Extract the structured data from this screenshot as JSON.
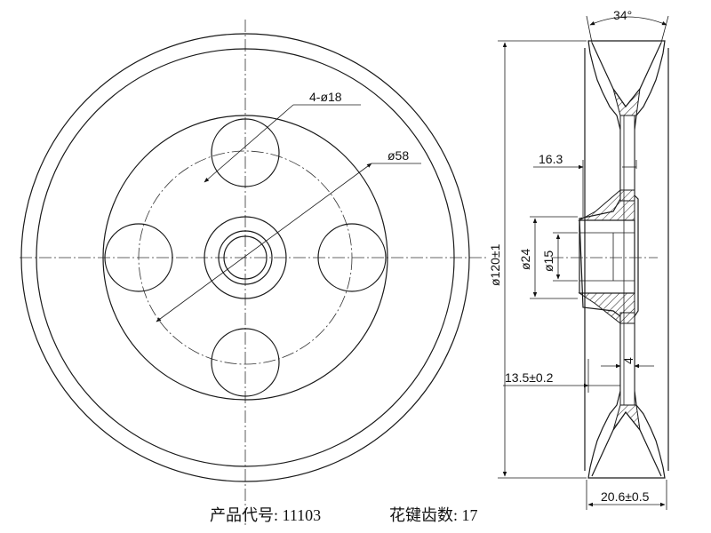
{
  "dimensions": {
    "hole_pattern": "4-ø18",
    "bolt_circle": "ø58",
    "outer_diameter": "ø120±1",
    "hub_outer": "ø24",
    "bore": "ø15",
    "groove_angle": "34°",
    "hub_offset": "16.3",
    "web_offset": "13.5±0.2",
    "web_thickness": "4",
    "overall_width": "20.6±0.5"
  },
  "caption": {
    "product_label": "产品代号:",
    "product_code": "11103",
    "spline_label": "花键齿数:",
    "spline_count": "17"
  }
}
